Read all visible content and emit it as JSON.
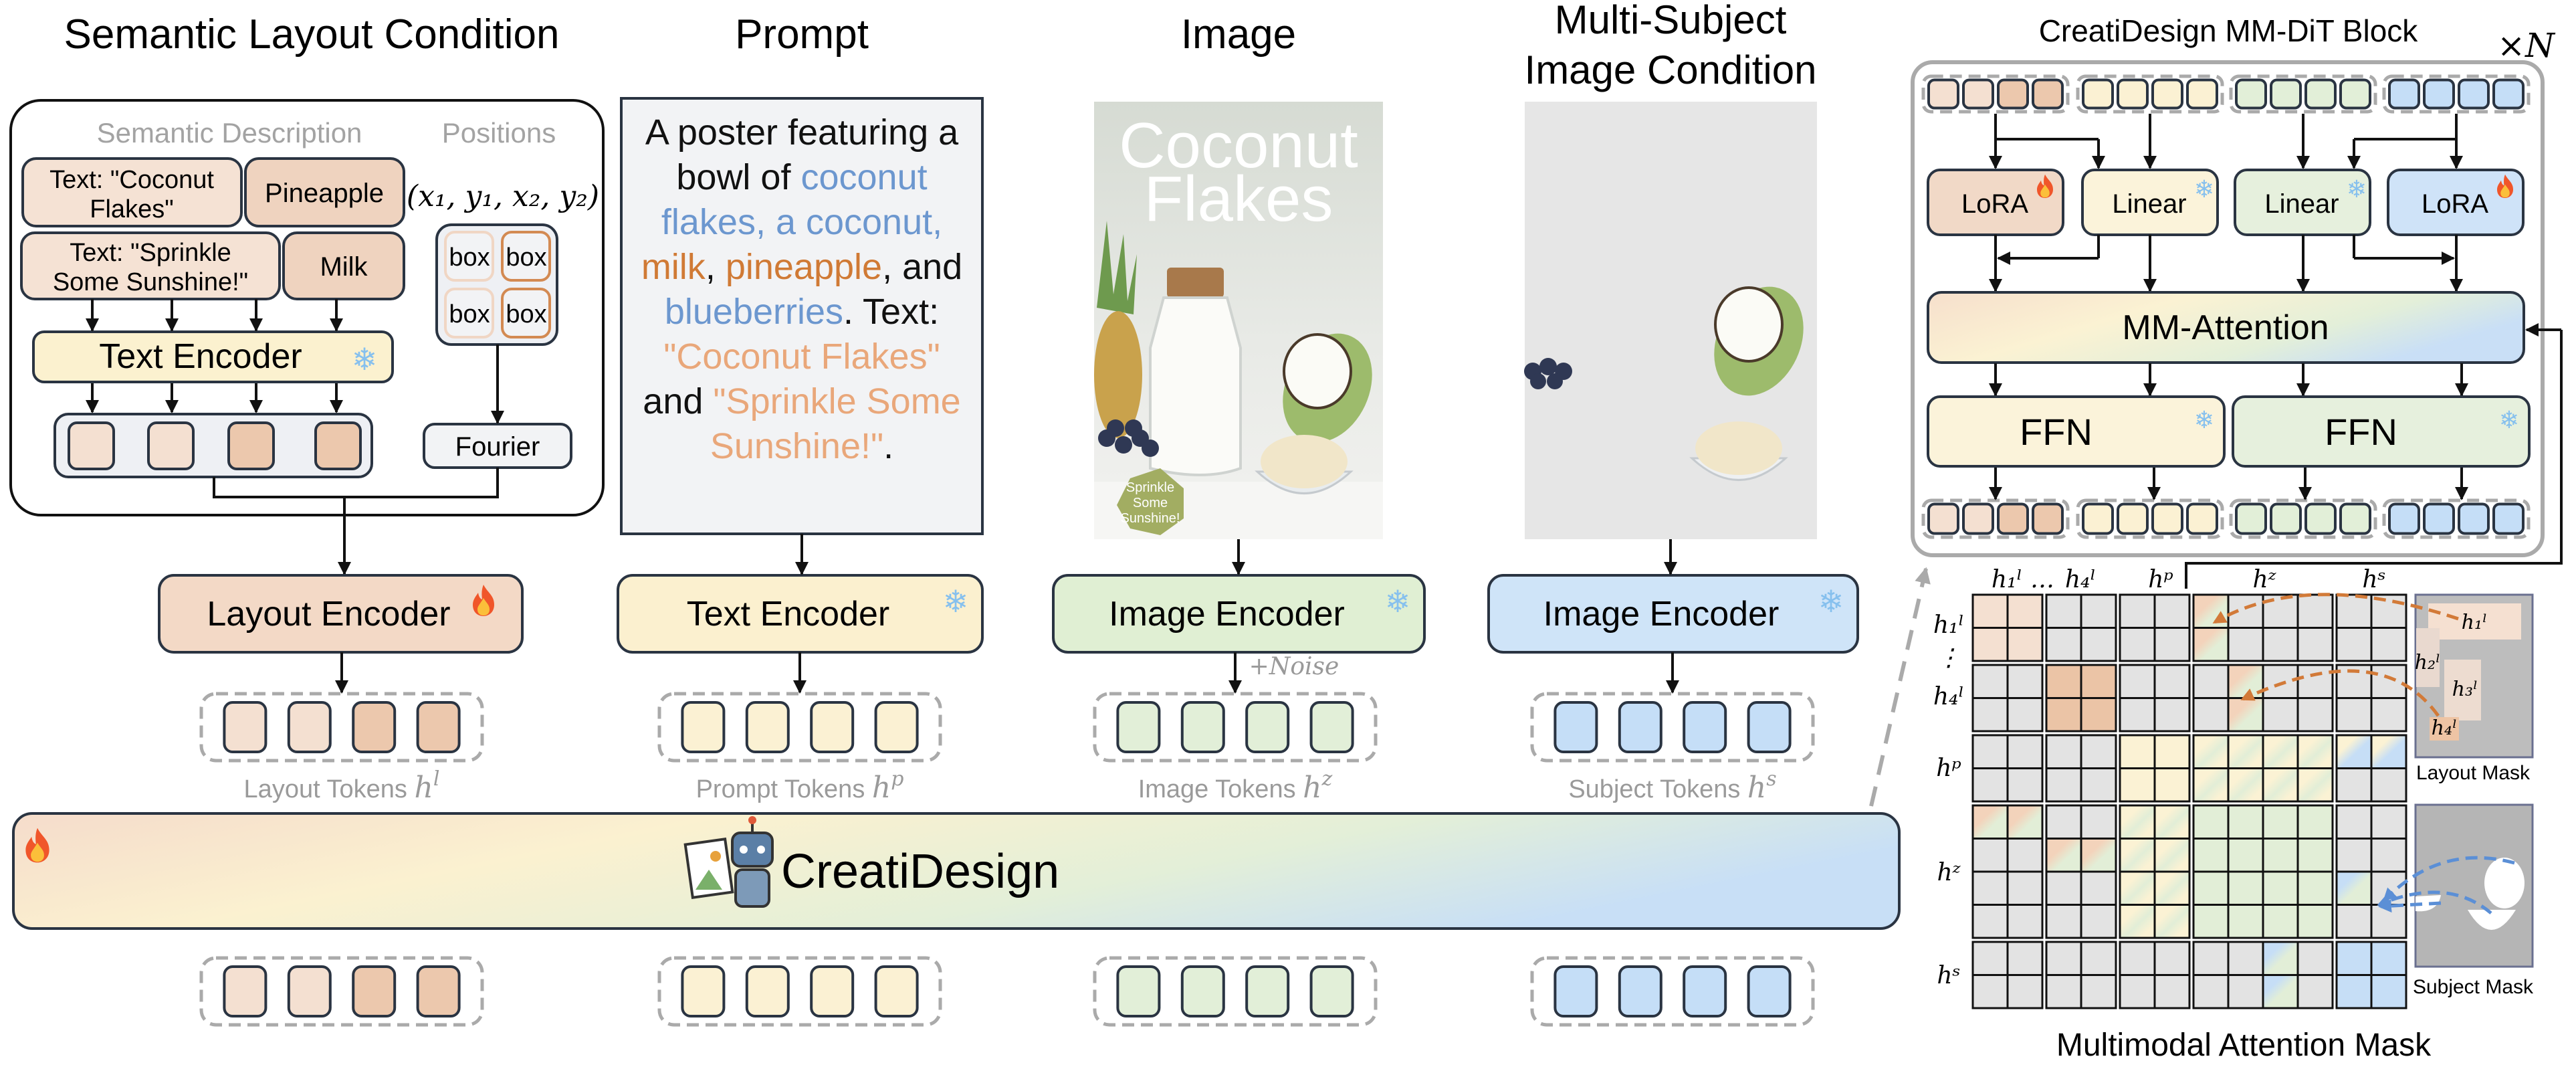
{
  "titles": {
    "layout": "Semantic Layout Condition",
    "prompt": "Prompt",
    "image": "Image",
    "subject_line1": "Multi-Subject",
    "subject_line2": "Image Condition",
    "block": "CreatiDesign MM-DiT Block",
    "block_repeat": "×N",
    "mask": "Multimodal Attention Mask"
  },
  "layout_box": {
    "semantic_header": "Semantic Description",
    "positions_header": "Positions",
    "items": [
      "Text: \"Coconut",
      "Flakes\"",
      "Pineapple",
      "Text: \"Sprinkle",
      "Some Sunshine!\"",
      "Milk"
    ],
    "coords": "(x₁, y₁, x₂, y₂)",
    "box_label": "box",
    "text_encoder": "Text Encoder",
    "fourier": "Fourier"
  },
  "prompt": {
    "segments": [
      {
        "t": "A poster featuring a bowl of ",
        "c": ""
      },
      {
        "t": "coconut flakes, a coconut,",
        "c": "c-blue"
      },
      {
        "t": " ",
        "c": ""
      },
      {
        "t": "milk",
        "c": "c-org"
      },
      {
        "t": ", ",
        "c": ""
      },
      {
        "t": "pineapple",
        "c": "c-org"
      },
      {
        "t": ", and ",
        "c": ""
      },
      {
        "t": "blueberries",
        "c": "c-blue"
      },
      {
        "t": ". Text: ",
        "c": ""
      },
      {
        "t": "\"Coconut Flakes\"",
        "c": "c-lorg"
      },
      {
        "t": " and ",
        "c": ""
      },
      {
        "t": "\"Sprinkle Some Sunshine!\"",
        "c": "c-lorg"
      },
      {
        "t": ".",
        "c": ""
      }
    ]
  },
  "poster": {
    "title1": "Coconut",
    "title2": "Flakes",
    "badge1": "Sprinkle",
    "badge2": "Some",
    "badge3": "Sunshine!"
  },
  "encoders": {
    "layout": "Layout Encoder",
    "text": "Text Encoder",
    "image": "Image Encoder",
    "subject": "Image Encoder",
    "noise": "+Noise"
  },
  "tokens": {
    "layout": {
      "label": "Layout Tokens",
      "sym": "h",
      "sup": "l"
    },
    "prompt": {
      "label": "Prompt Tokens",
      "sym": "h",
      "sup": "p"
    },
    "image": {
      "label": "Image Tokens",
      "sym": "h",
      "sup": "z"
    },
    "subject": {
      "label": "Subject Tokens",
      "sym": "h",
      "sup": "s"
    }
  },
  "model": {
    "name": "CreatiDesign"
  },
  "block": {
    "lora": "LoRA",
    "linear": "Linear",
    "attention": "MM-Attention",
    "ffn": "FFN"
  },
  "mask": {
    "col_headers": [
      "h₁ˡ",
      "…",
      "h₄ˡ",
      "hᵖ",
      "hᶻ",
      "hˢ"
    ],
    "row_headers": [
      "h₁ˡ",
      "⋮",
      "h₄ˡ",
      "hᵖ",
      "hᶻ",
      "hˢ"
    ],
    "layout_regions": [
      "h₁ˡ",
      "h₂ˡ",
      "h₃ˡ",
      "h₄ˡ"
    ],
    "layout_mask_label": "Layout Mask",
    "subject_mask_label": "Subject Mask"
  },
  "colors": {
    "orange_light": "#f4e0d1",
    "orange_dark": "#ebc4a6",
    "yellow": "#fbf2d4",
    "green": "#e2eed7",
    "blue": "#c6def6",
    "gray": "#e3e3e3",
    "stroke": "#2a3442"
  }
}
